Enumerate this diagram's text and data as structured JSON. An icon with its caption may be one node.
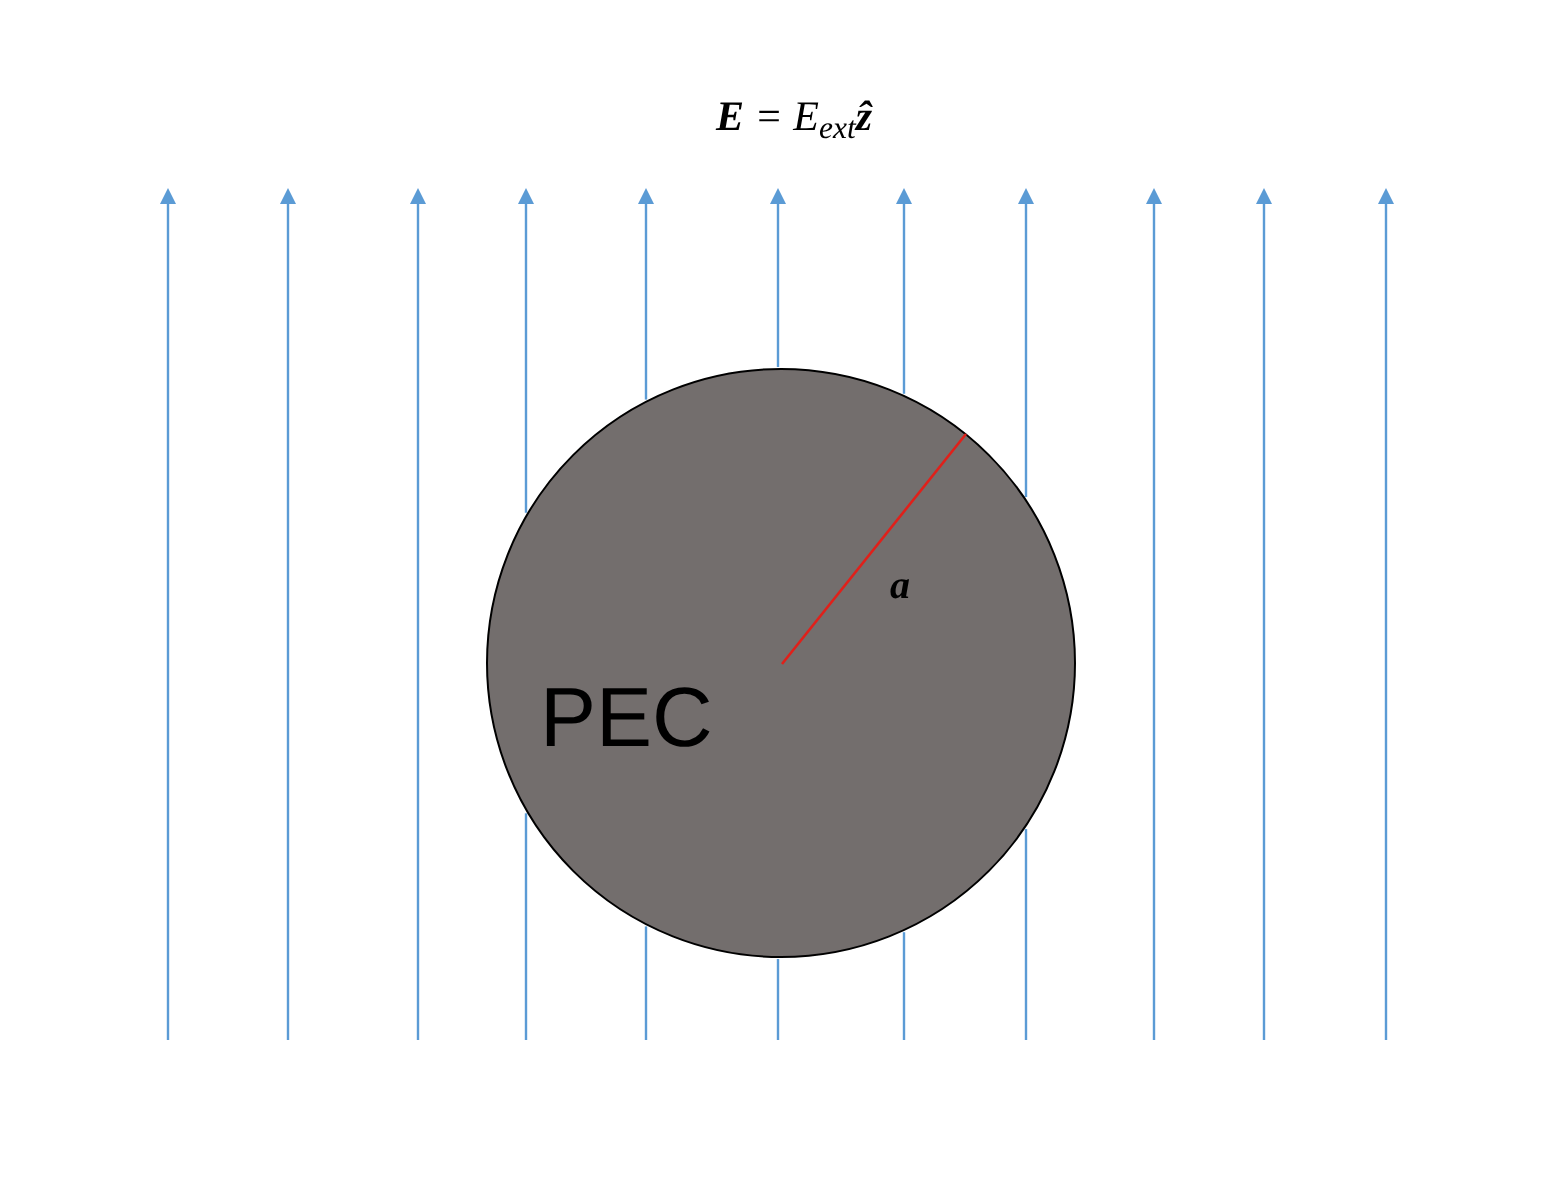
{
  "diagram": {
    "title": "**E** = E$_{ext}$**ẑ**",
    "nodes": [
      {
        "text": [
          "PEC"
        ]
      }
    ],
    "labels": [
      "a"
    ]
  }
}
